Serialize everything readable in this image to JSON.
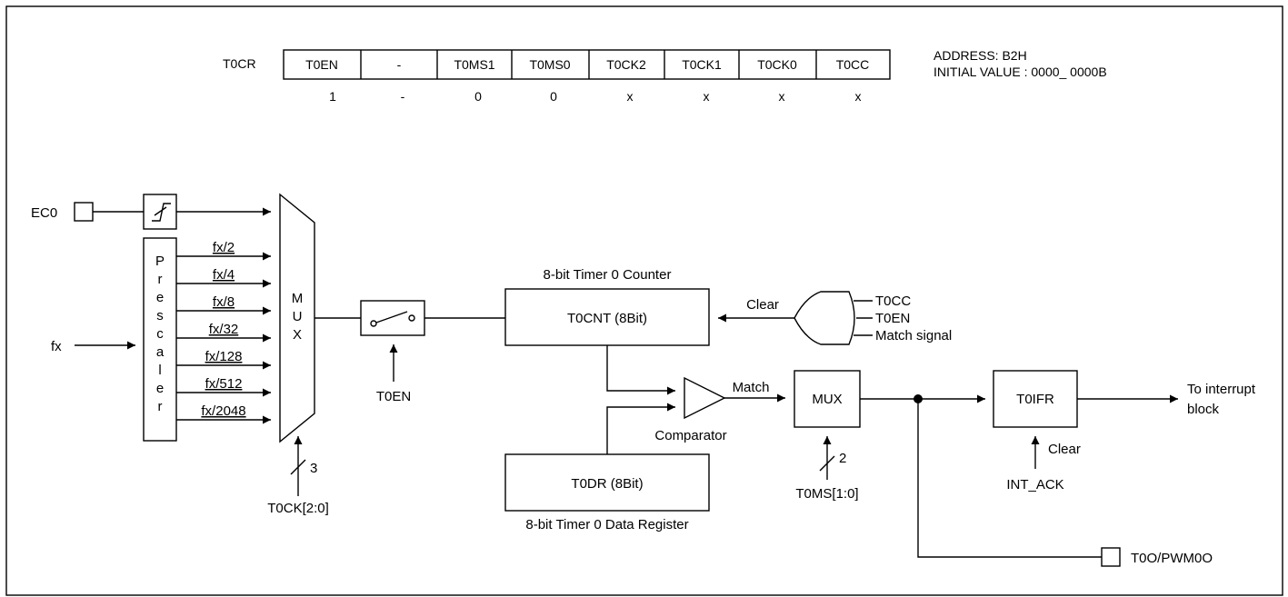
{
  "register": {
    "name": "T0CR",
    "bits": [
      "T0EN",
      "-",
      "T0MS1",
      "T0MS0",
      "T0CK2",
      "T0CK1",
      "T0CK0",
      "T0CC"
    ],
    "values": [
      "1",
      "-",
      "0",
      "0",
      "x",
      "x",
      "x",
      "x"
    ],
    "address": "ADDRESS: B2H",
    "initial_value": "INITIAL VALUE : 0000_ 0000B"
  },
  "inputs": {
    "ec0": "EC0",
    "fx": "fx"
  },
  "prescaler": {
    "letters": [
      "P",
      "r",
      "e",
      "s",
      "c",
      "a",
      "l",
      "e",
      "r"
    ],
    "outputs": [
      "fx/2",
      "fx/4",
      "fx/8",
      "fx/32",
      "fx/128",
      "fx/512",
      "fx/2048"
    ]
  },
  "mux1": {
    "letters": [
      "M",
      "U",
      "X"
    ],
    "select_width": "3",
    "select_label": "T0CK[2:0]"
  },
  "switch": {
    "control_label": "T0EN"
  },
  "counter": {
    "caption": "8-bit Timer 0 Counter",
    "label": "T0CNT (8Bit)"
  },
  "clear_logic": {
    "clear_label": "Clear",
    "inputs": [
      "T0CC",
      "T0EN",
      "Match signal"
    ]
  },
  "comparator": {
    "label": "Comparator",
    "output_label": "Match"
  },
  "data_register": {
    "label": "T0DR (8Bit)",
    "caption": "8-bit Timer 0 Data Register"
  },
  "mux2": {
    "label": "MUX",
    "select_width": "2",
    "select_label": "T0MS[1:0]"
  },
  "flag": {
    "label": "T0IFR",
    "clear_label": "Clear",
    "ack_label": "INT_ACK",
    "output_label_1": "To interrupt",
    "output_label_2": "block"
  },
  "output_pin": {
    "label": "T0O/PWM0O"
  }
}
